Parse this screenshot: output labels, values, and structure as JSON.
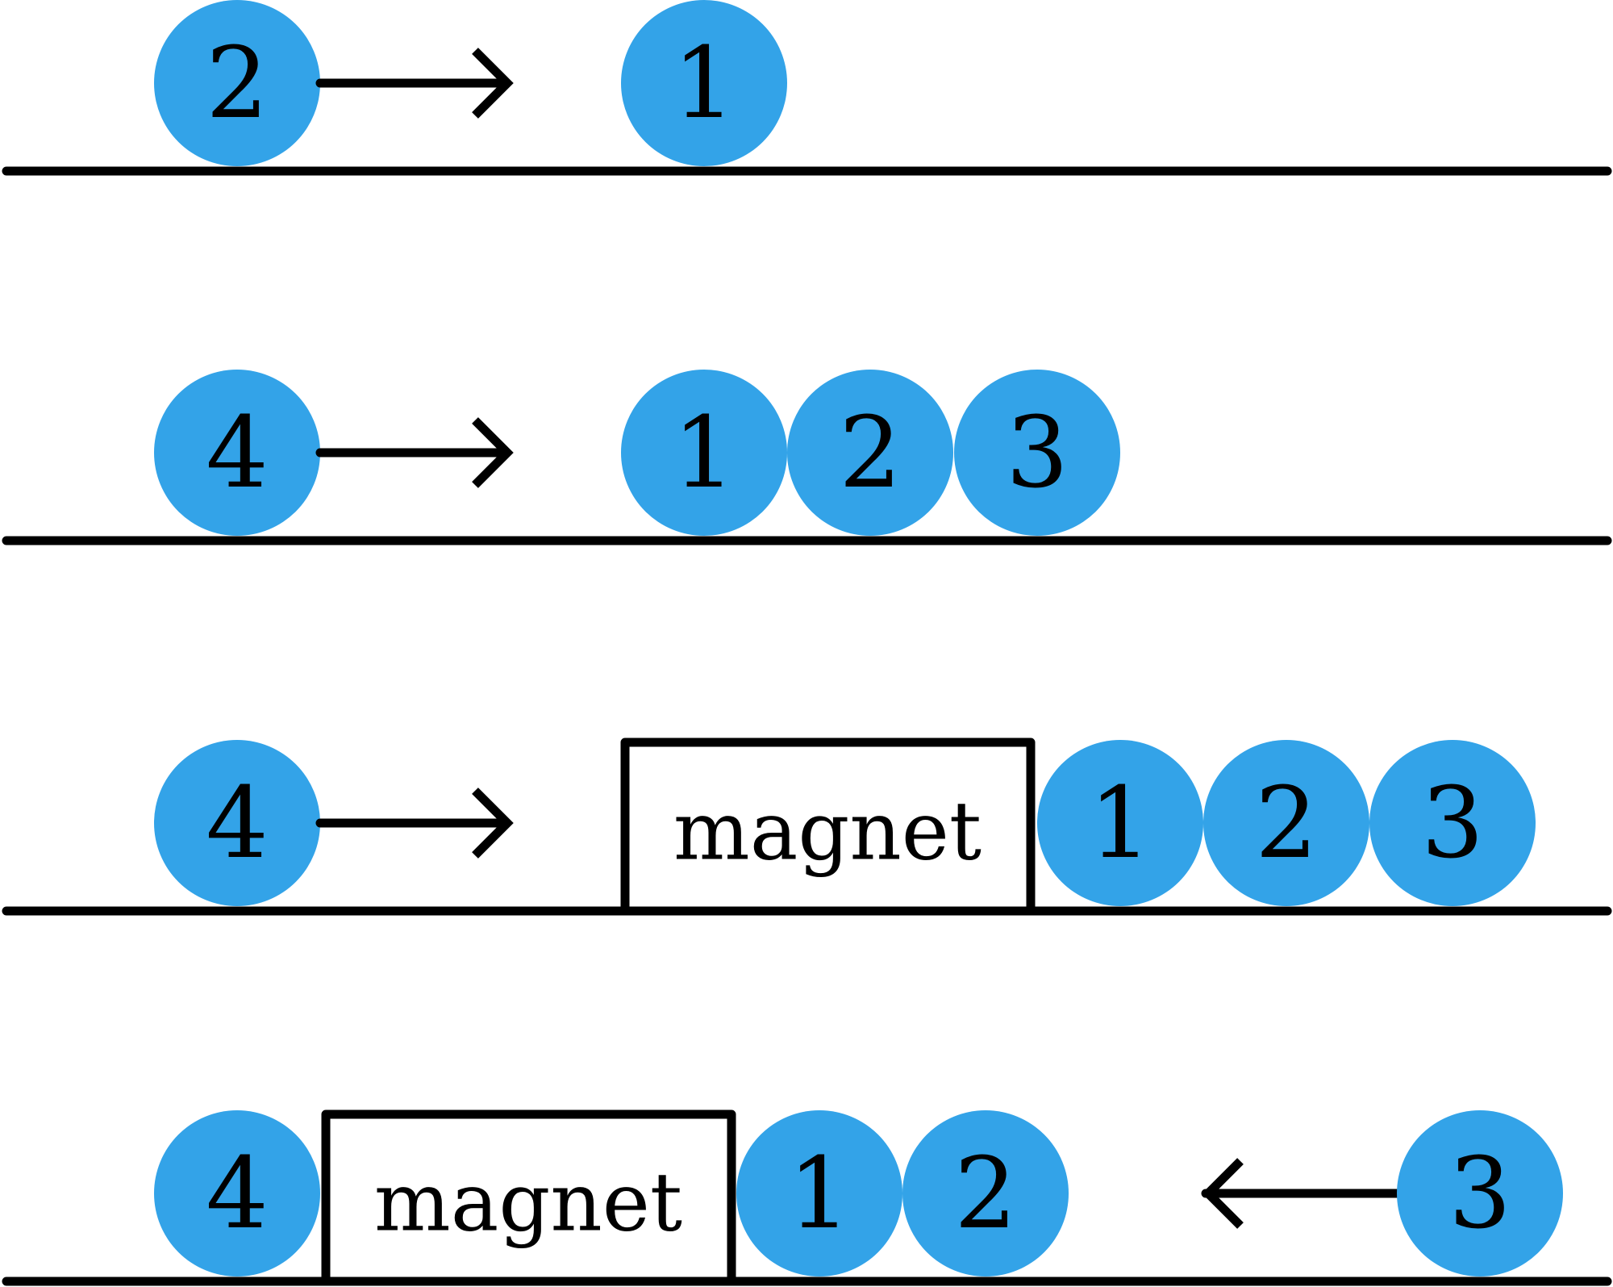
{
  "colors": {
    "ball": "#33A3E8",
    "ink": "#000000",
    "background": "#FFFFFF"
  },
  "magnet_label": "magnet",
  "rows": [
    {
      "balls": [
        "2",
        "1"
      ],
      "arrow_direction": "right"
    },
    {
      "balls": [
        "4",
        "1",
        "2",
        "3"
      ],
      "arrow_direction": "right"
    },
    {
      "balls": [
        "4",
        "1",
        "2",
        "3"
      ],
      "arrow_direction": "right",
      "has_magnet": true
    },
    {
      "balls": [
        "4",
        "1",
        "2",
        "3"
      ],
      "arrow_direction": "left",
      "has_magnet": true
    }
  ]
}
